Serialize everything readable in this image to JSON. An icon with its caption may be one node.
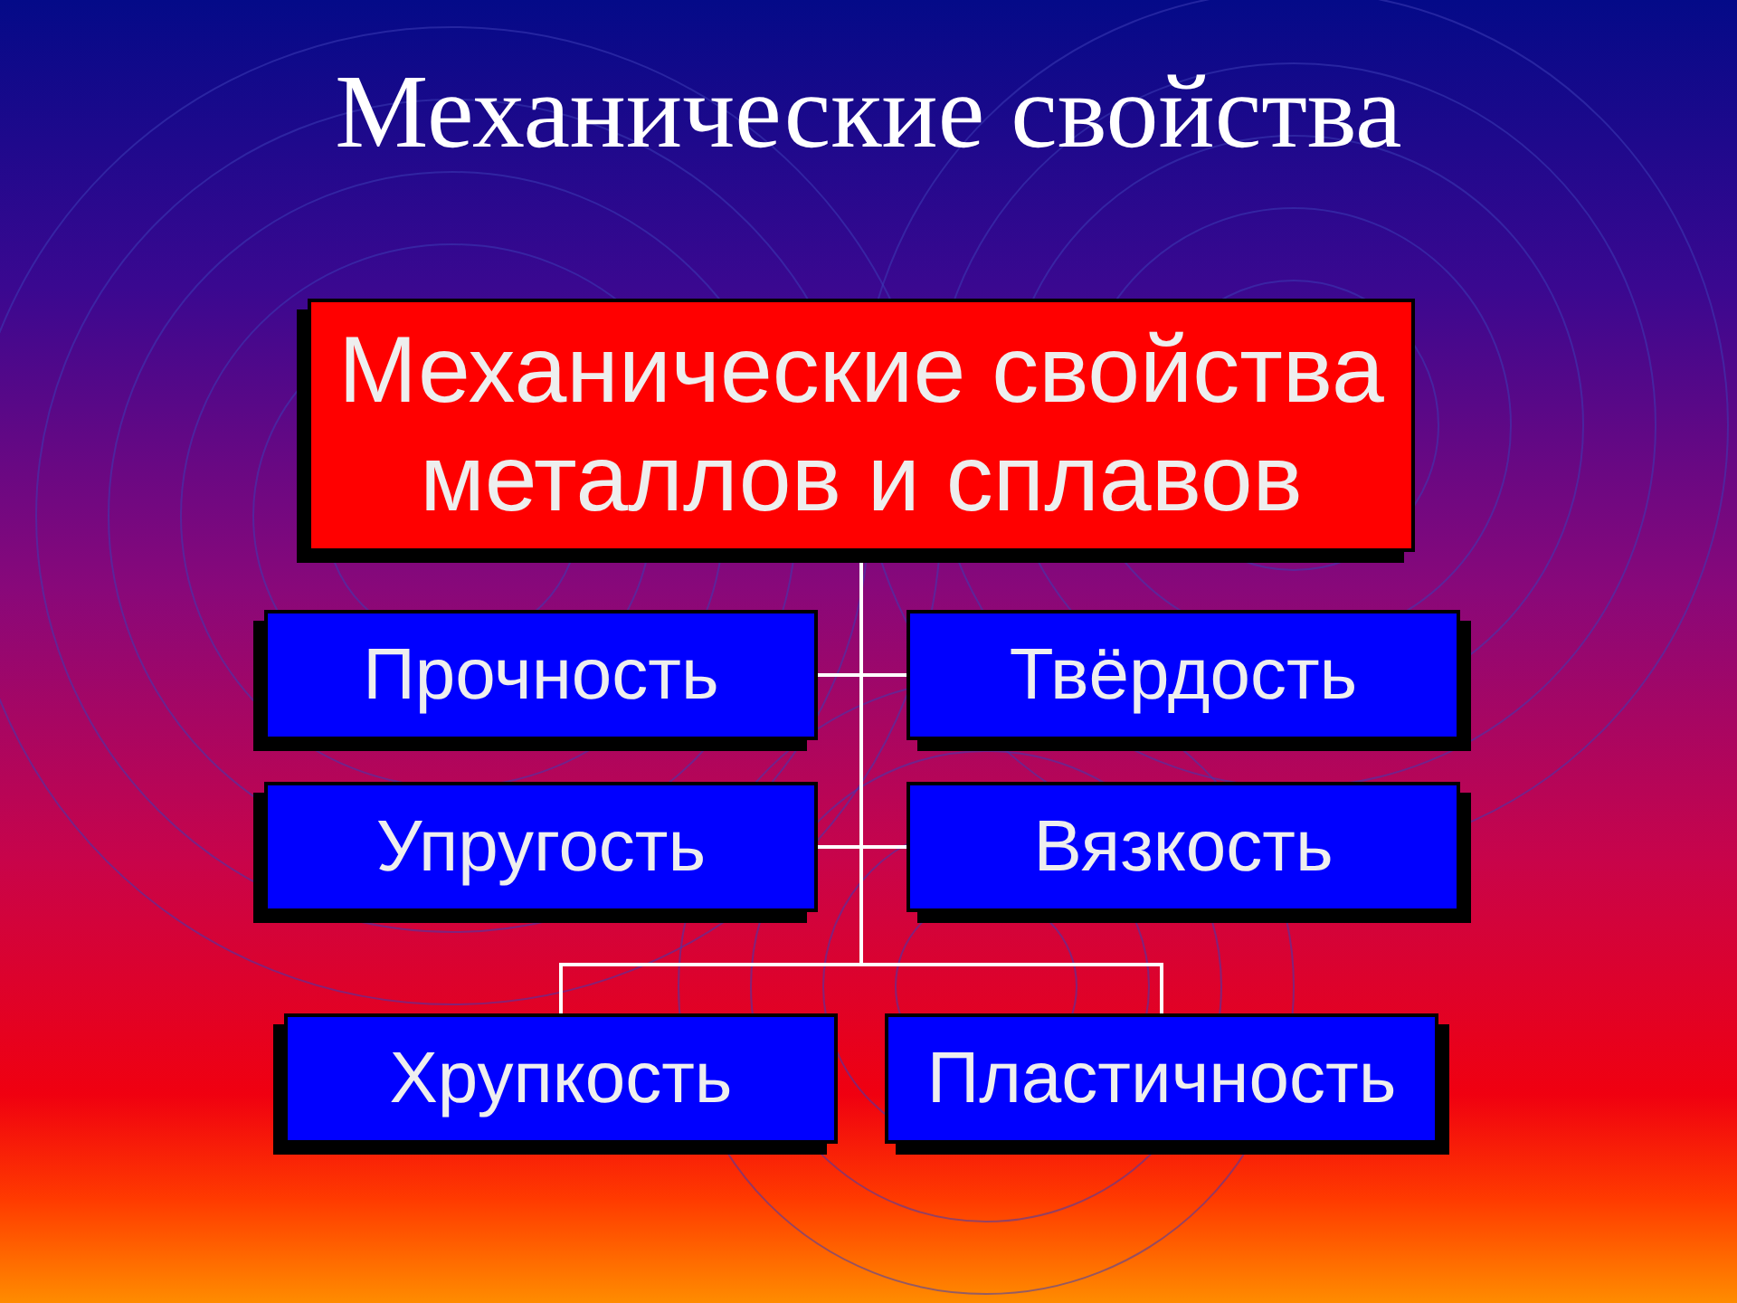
{
  "diagram": {
    "title": "Механические свойства",
    "nodes": [
      {
        "text": [
          "Механические свойства металлов и сплавов"
        ]
      },
      {
        "text": [
          "Прочность"
        ]
      },
      {
        "text": [
          "Твёрдость"
        ]
      },
      {
        "text": [
          "Упругость"
        ]
      },
      {
        "text": [
          "Вязкость"
        ]
      },
      {
        "text": [
          "Хрупкость"
        ]
      },
      {
        "text": [
          "Пластичность"
        ]
      }
    ],
    "edges": [
      {
        "from": 0,
        "to": 1,
        "arrow": "none"
      },
      {
        "from": 0,
        "to": 2,
        "arrow": "none"
      },
      {
        "from": 0,
        "to": 3,
        "arrow": "none"
      },
      {
        "from": 0,
        "to": 4,
        "arrow": "none"
      },
      {
        "from": 0,
        "to": 5,
        "arrow": "none"
      },
      {
        "from": 0,
        "to": 6,
        "arrow": "none"
      }
    ]
  }
}
